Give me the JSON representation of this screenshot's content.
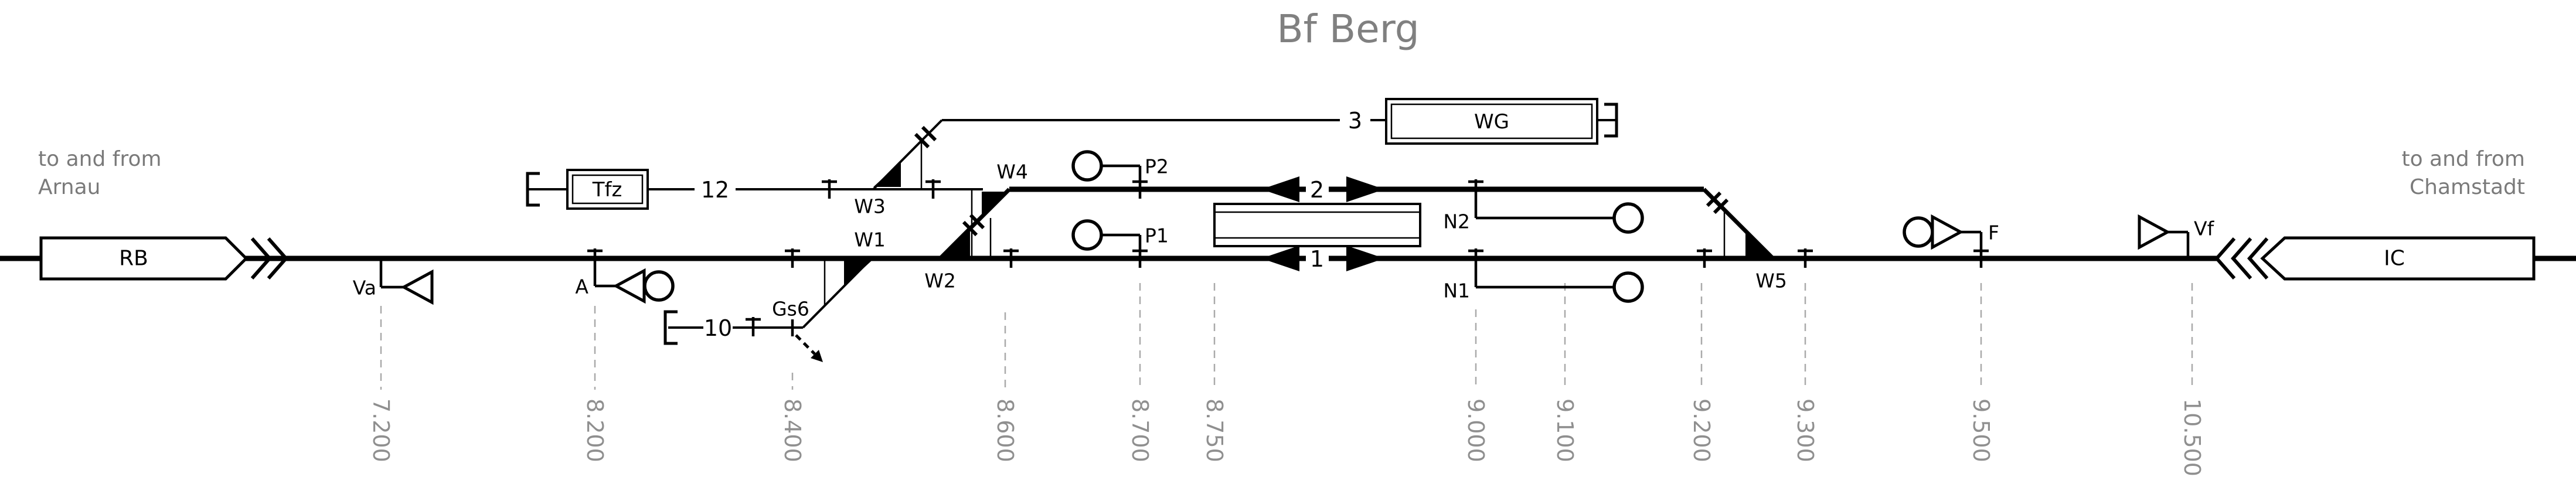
{
  "title": "Bf Berg",
  "approach_left": {
    "line1": "to and from",
    "line2": "Arnau"
  },
  "approach_right": {
    "line1": "to and from",
    "line2": "Chamstadt"
  },
  "trains": {
    "left": "RB",
    "right": "IC"
  },
  "boxes": {
    "tfz": "Tfz",
    "wg": "WG"
  },
  "tracks": {
    "t1": "1",
    "t2": "2",
    "t3": "3",
    "t10": "10",
    "t12": "12"
  },
  "switches": {
    "w1": "W1",
    "w2": "W2",
    "w3": "W3",
    "w4": "W4",
    "w5": "W5"
  },
  "signals": {
    "va": "Va",
    "a": "A",
    "p1": "P1",
    "p2": "P2",
    "n1": "N1",
    "n2": "N2",
    "f": "F",
    "vf": "Vf",
    "gs6": "Gs6"
  },
  "km_markers": [
    "7.200",
    "8.200",
    "8.400",
    "8.600",
    "8.700",
    "8.750",
    "9.000",
    "9.100",
    "9.200",
    "9.300",
    "9.500",
    "10.500"
  ],
  "colors": {
    "line": "#000000",
    "muted_text": "#808080",
    "km_text": "#8f8f8f",
    "km_dash": "#aaaaaa",
    "background": "#ffffff"
  }
}
